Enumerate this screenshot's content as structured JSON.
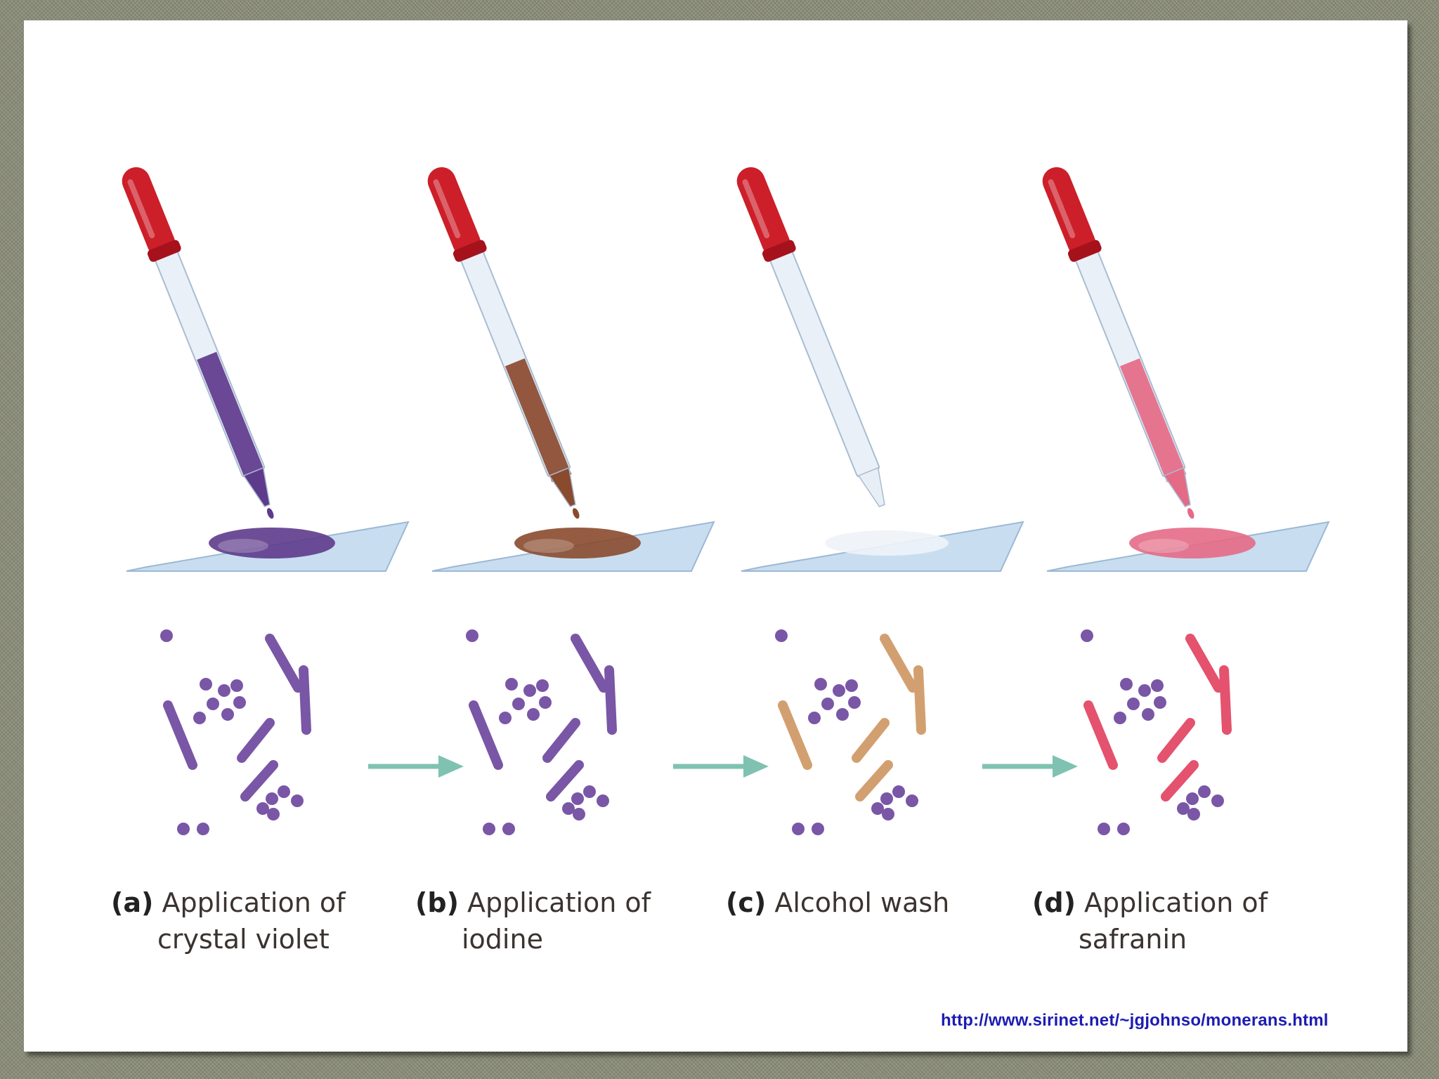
{
  "steps": [
    {
      "letter": "(a)",
      "line1": "Application of",
      "line2": "crystal violet",
      "stain_color": "#5e3a8c",
      "cell_color": "#7a56a6"
    },
    {
      "letter": "(b)",
      "line1": "Application of",
      "line2": "iodine",
      "stain_color": "#8a4a2e",
      "cell_color": "#7a56a6"
    },
    {
      "letter": "(c)",
      "line1": "Alcohol wash",
      "line2": "",
      "stain_color": "#e8eef4",
      "cell_color": "#d2a070"
    },
    {
      "letter": "(d)",
      "line1": "Application of",
      "line2": "safranin",
      "stain_color": "#e46a86",
      "cell_color": "#e4526e"
    }
  ],
  "colors": {
    "bulb": "#cc1f2a",
    "arrow": "#7fc2b2",
    "coccus": "#7a56a6",
    "slide": "#c8def0"
  },
  "source_url": "http://www.sirinet.net/~jgjohnso/monerans.html"
}
